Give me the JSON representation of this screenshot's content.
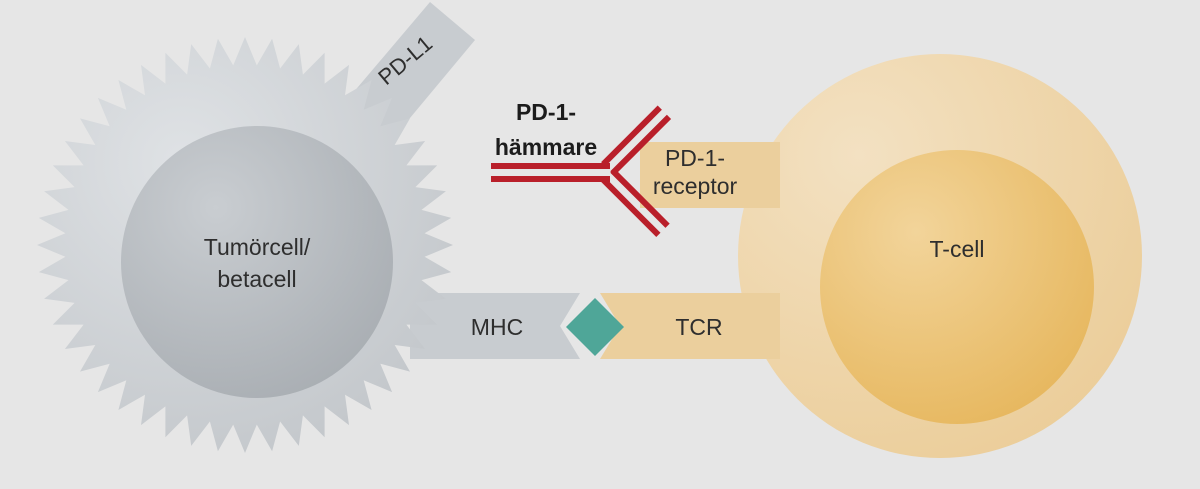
{
  "diagram": {
    "title": "PD-1 inhibitor mechanism",
    "labels": {
      "tumor_cell_line1": "Tumörcell/",
      "tumor_cell_line2": "betacell",
      "pd_l1": "PD-L1",
      "inhibitor_line1": "PD-1-",
      "inhibitor_line2": "hämmare",
      "receptor_line1": "PD-1-",
      "receptor_line2": "receptor",
      "t_cell": "T-cell",
      "mhc": "MHC",
      "tcr": "TCR"
    },
    "colors": {
      "background": "#e6e6e6",
      "tumor_cell": "#c5c9cd",
      "tumor_nucleus": "#aeb3b8",
      "t_cell": "#eccf9e",
      "t_cell_nucleus": "#e9bd6c",
      "antibody": "#b91f2a",
      "antigen": "#4fa698"
    }
  }
}
